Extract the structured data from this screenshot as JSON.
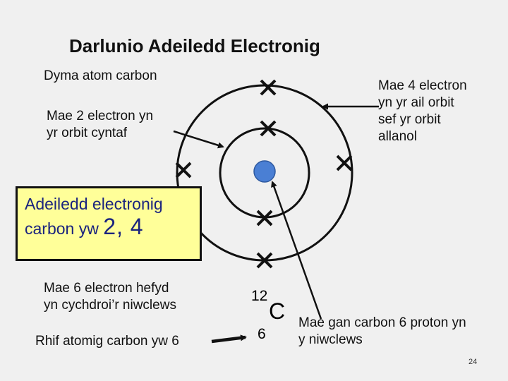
{
  "title": "Darlunio Adeiledd Electronig",
  "labels": {
    "atom_intro": "Dyma atom carbon",
    "first_orbit_line1": "Mae 2 electron yn",
    "first_orbit_line2": "yr orbit cyntaf",
    "outer_orbit_line1": "Mae 4 electron",
    "outer_orbit_line2": "yn yr ail orbit",
    "outer_orbit_line3": "sef yr orbit",
    "outer_orbit_line4": "allanol",
    "orbiting_line1": "Mae 6 electron hefyd",
    "orbiting_line2": "yn cychdroi’r niwclews",
    "atomic_number_text": "Rhif atomig carbon yw 6",
    "protons_line1": "Mae gan carbon 6 proton yn",
    "protons_line2": "y niwclews"
  },
  "summary": {
    "line1": "Adeiledd electronig",
    "line2_prefix": "carbon yw ",
    "configuration": "2, 4"
  },
  "element": {
    "mass_number": "12",
    "symbol": "C",
    "atomic_number": "6"
  },
  "page_number": "24",
  "colors": {
    "nucleus": "#4a7fd4",
    "summary_background": "#ffff99",
    "summary_text": "#1a237e"
  }
}
